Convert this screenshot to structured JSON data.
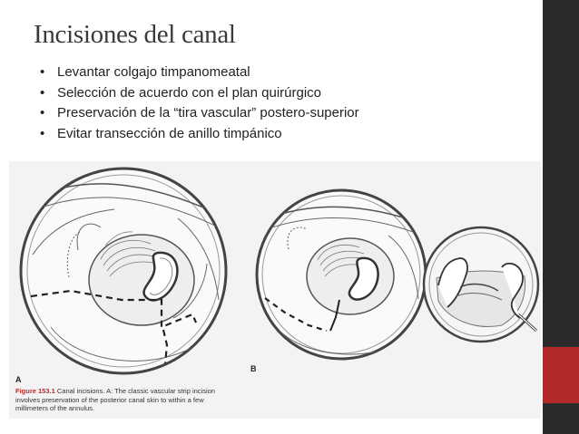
{
  "slide": {
    "title": "Incisiones del canal",
    "bullet_glyph": "•",
    "bullets": [
      "Levantar colgajo timpanomeatal",
      "Selección de acuerdo con el plan quirúrgico",
      "Preservación de la “tira vascular” postero-superior",
      "Evitar transección de anillo timpánico"
    ]
  },
  "figure": {
    "label_a": "A",
    "label_b": "B",
    "caption_lead": "Figure 153.1",
    "caption_text": "Canal incisions. A: The classic vascular strip incision involves preservation of the posterior canal skin to within a few millimeters of the annulus."
  },
  "colors": {
    "side_bar": "#2b2b2b",
    "accent": "#b42a2a",
    "caption_lead": "#c0282d"
  }
}
